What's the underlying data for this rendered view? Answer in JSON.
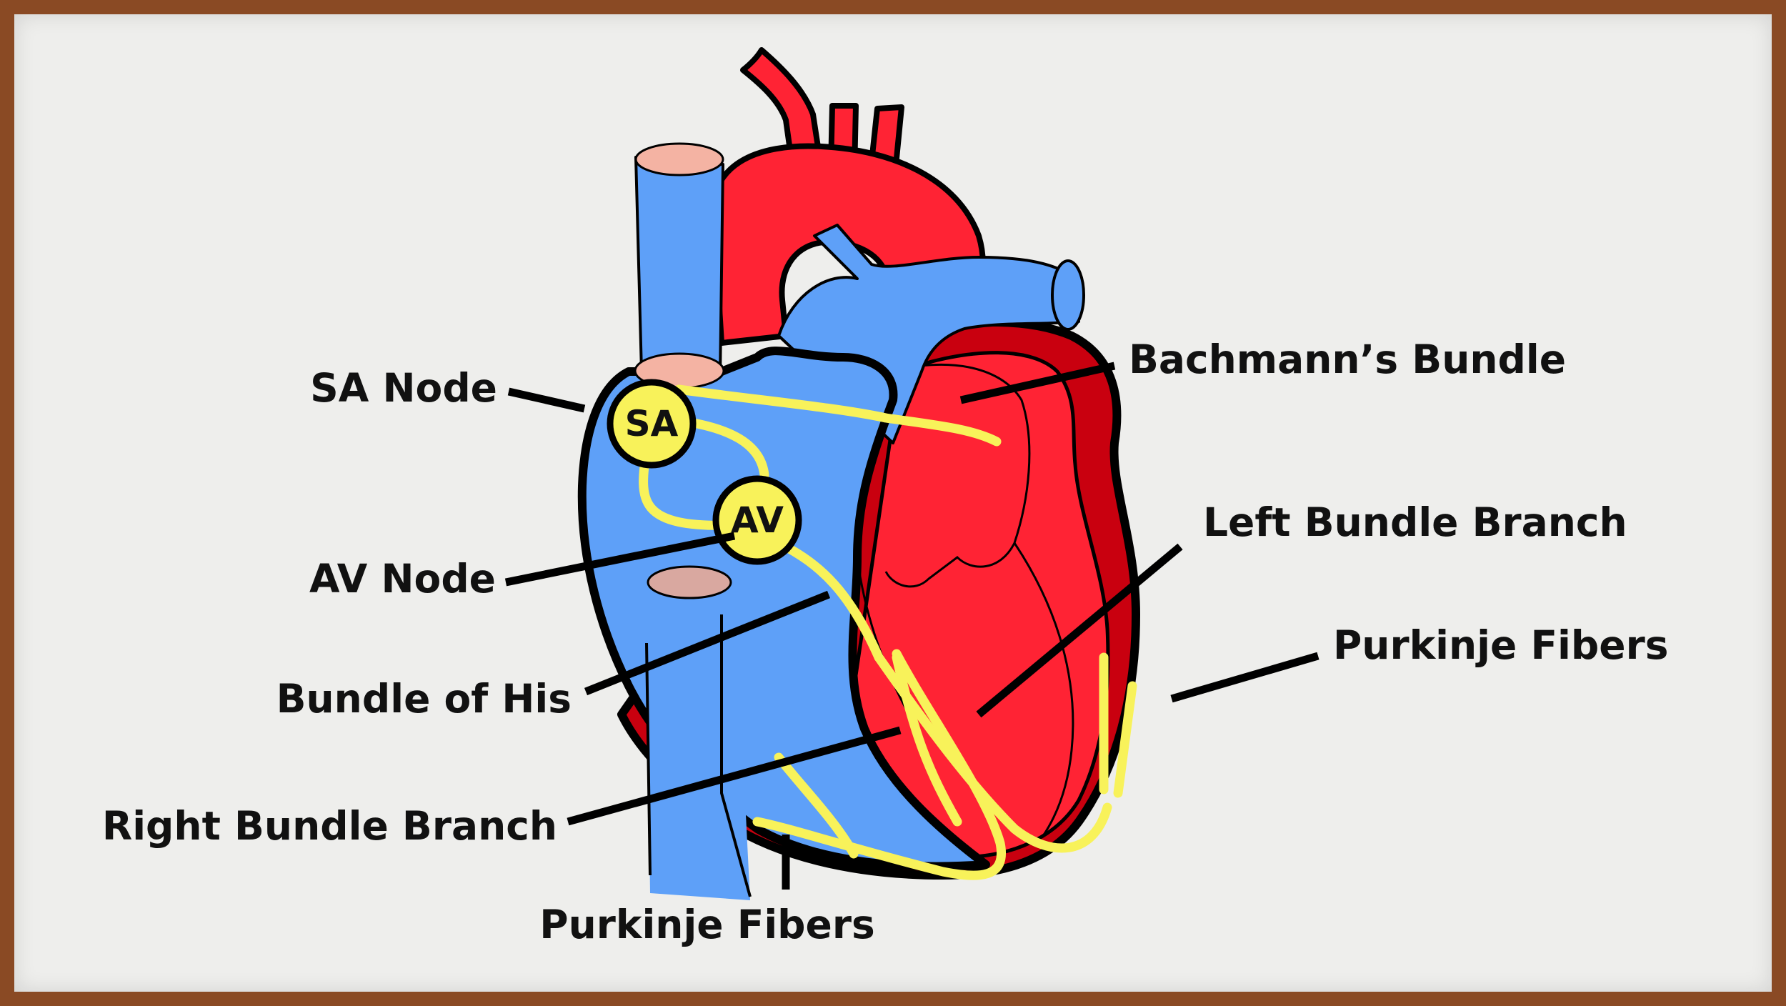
{
  "colors": {
    "blood_blue": "#5ea0f8",
    "blood_red": "#ff2334",
    "dark_red": "#c9000f",
    "conduction_yellow": "#f8f25a",
    "vessel_opening": "#f4b3a3",
    "outline": "#000000",
    "background": "#eeeeec",
    "frame": "#8a4a24"
  },
  "nodes": {
    "sa": "SA",
    "av": "AV"
  },
  "labels": {
    "sa_node": "SA Node",
    "av_node": "AV Node",
    "bundle_of_his": "Bundle of His",
    "right_bundle_branch": "Right Bundle Branch",
    "purkinje_fibers_bottom": "Purkinje Fibers",
    "bachmanns_bundle": "Bachmann’s Bundle",
    "left_bundle_branch": "Left Bundle Branch",
    "purkinje_fibers_right": "Purkinje Fibers"
  }
}
